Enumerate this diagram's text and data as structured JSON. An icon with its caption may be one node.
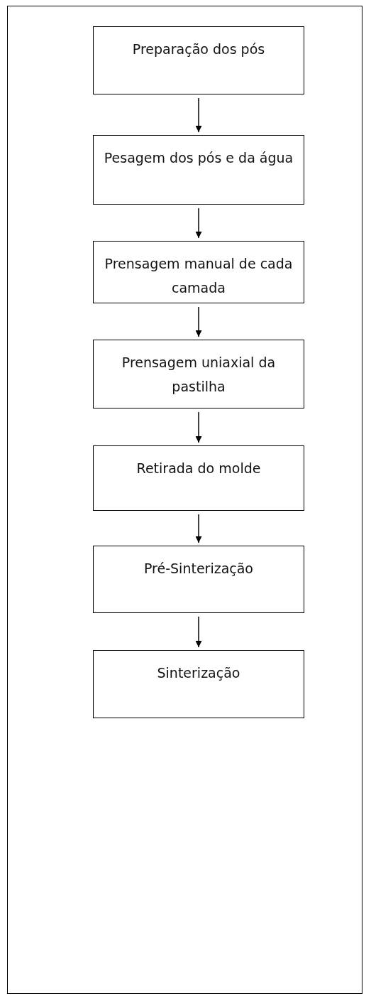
{
  "diagram": {
    "nodes": [
      {
        "text": [
          "Preparação dos pós"
        ]
      },
      {
        "text": [
          "Pesagem dos pós e da água"
        ]
      },
      {
        "text": [
          "Prensagem manual de cada camada"
        ]
      },
      {
        "text": [
          "Prensagem uniaxial da pastilha"
        ]
      },
      {
        "text": [
          "Retirada do molde"
        ]
      },
      {
        "text": [
          "Pré-Sinterização"
        ]
      },
      {
        "text": [
          "Sinterização"
        ]
      }
    ],
    "edges": [
      {
        "from": 0,
        "to": 1,
        "arrow": "to"
      },
      {
        "from": 1,
        "to": 2,
        "arrow": "to"
      },
      {
        "from": 2,
        "to": 3,
        "arrow": "to"
      },
      {
        "from": 3,
        "to": 4,
        "arrow": "to"
      },
      {
        "from": 4,
        "to": 5,
        "arrow": "to"
      },
      {
        "from": 5,
        "to": 6,
        "arrow": "to"
      }
    ]
  }
}
